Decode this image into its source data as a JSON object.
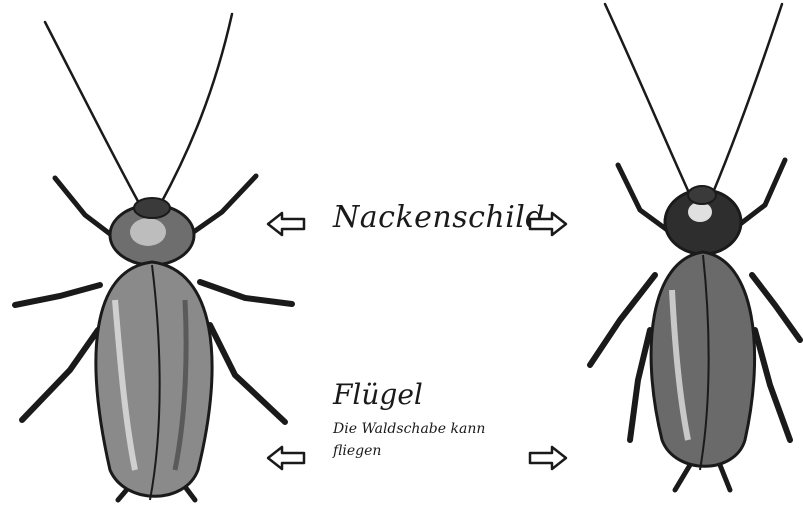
{
  "labels": {
    "pronotum": "Nackenschild",
    "wings": "Flügel",
    "wings_caption": "Die Waldschabe kann fliegen"
  },
  "icons": {
    "left_arrow": "left-outline-arrow-icon",
    "right_arrow": "right-outline-arrow-icon"
  },
  "colors": {
    "ink": "#1a1a1a",
    "body_dark": "#3a3a3a",
    "body_mid": "#8a8a8a",
    "body_light": "#cfcfcf"
  }
}
